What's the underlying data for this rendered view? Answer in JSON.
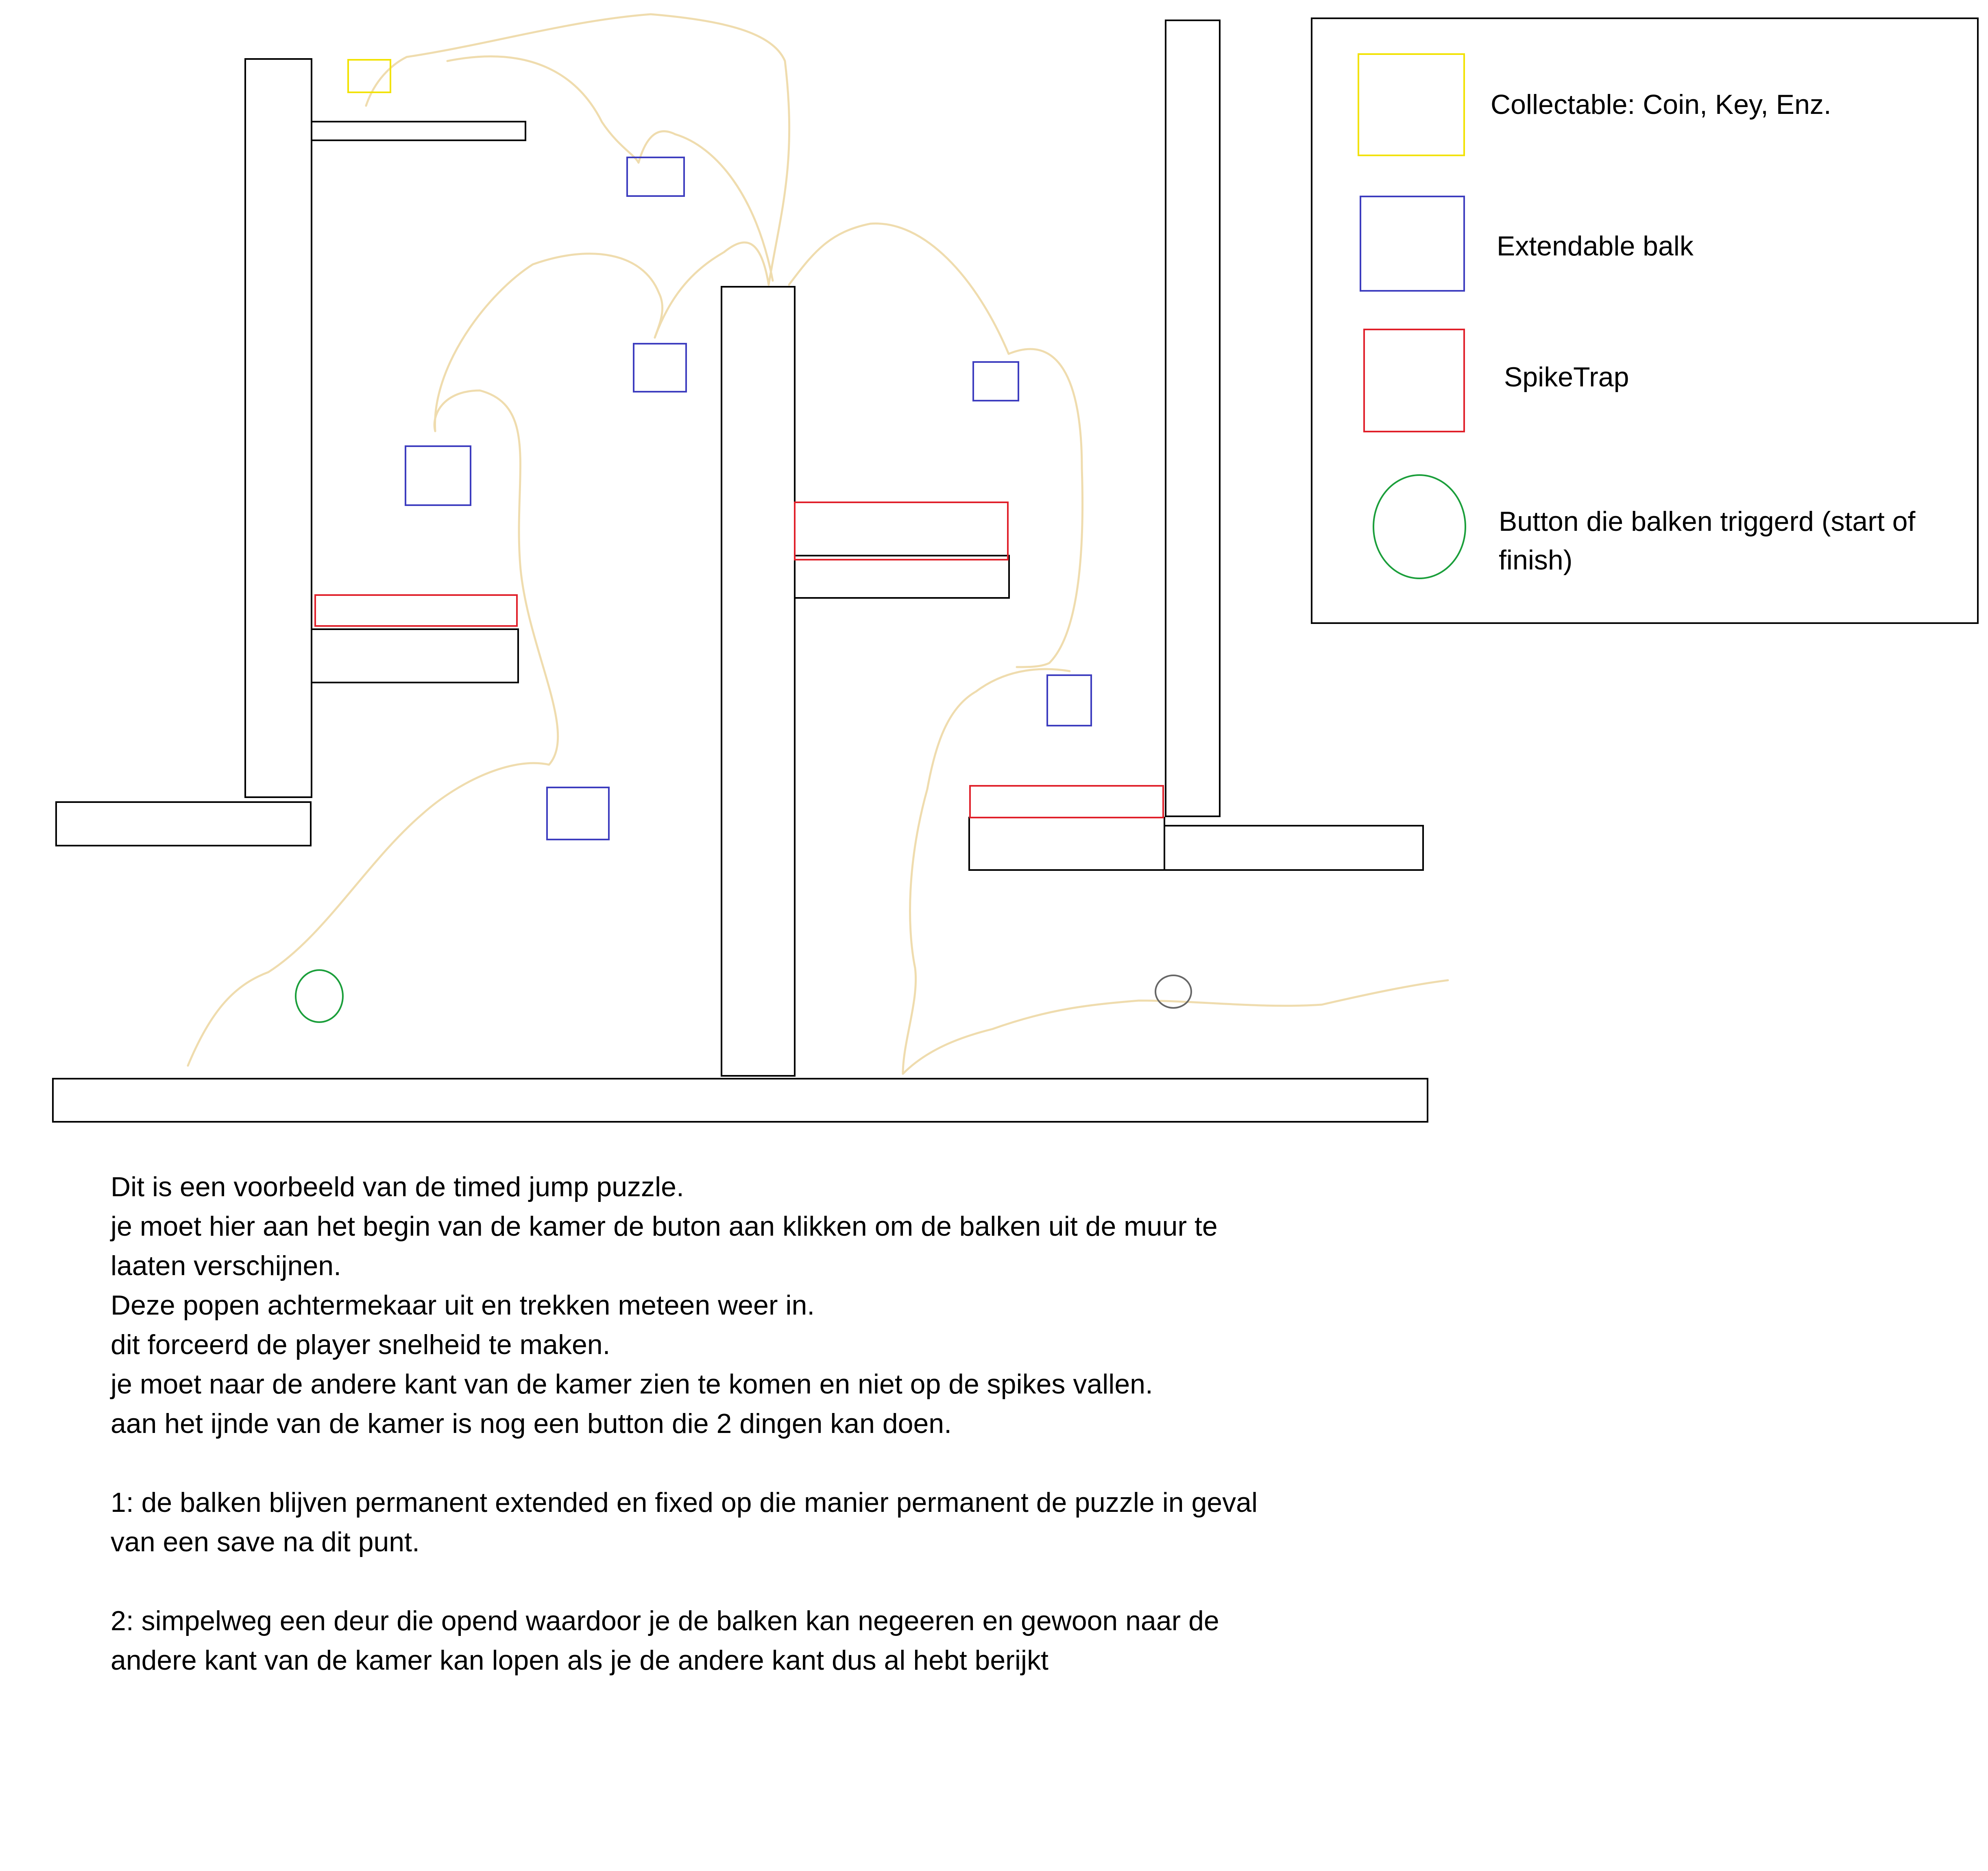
{
  "colors": {
    "outline": "#000000",
    "collectable": "#f2e200",
    "extendable": "#3d3dbf",
    "spike": "#e0202a",
    "button": "#1a9e3a",
    "button_end": "#666666",
    "path": "#efdcae"
  },
  "legend": {
    "collectable_label": "Collectable: Coin, Key, Enz.",
    "extendable_label": "Extendable balk",
    "spike_label": "SpikeTrap",
    "button_label_line1": "Button die balken triggerd (start of",
    "button_label_line2": "finish)"
  },
  "description": {
    "lines": [
      "Dit is een voorbeeld van de timed jump puzzle.",
      "je moet hier aan het begin van de kamer de buton aan klikken om de balken uit de muur te",
      "laaten verschijnen.",
      "Deze popen achtermekaar uit en trekken meteen weer in.",
      "dit forceerd de player snelheid te maken.",
      "je moet naar de andere kant van de kamer zien  te komen en niet op de spikes vallen.",
      "aan het ijnde van de kamer is nog een button die 2 dingen kan doen.",
      "",
      "1: de balken blijven permanent extended en fixed op die manier permanent de puzzle in geval",
      "van een save na dit punt.",
      "",
      "2: simpelweg een deur die opend waardoor je de balken kan negeeren en gewoon naar de",
      "andere kant van de kamer kan lopen als je de andere kant dus al hebt berijkt"
    ]
  }
}
